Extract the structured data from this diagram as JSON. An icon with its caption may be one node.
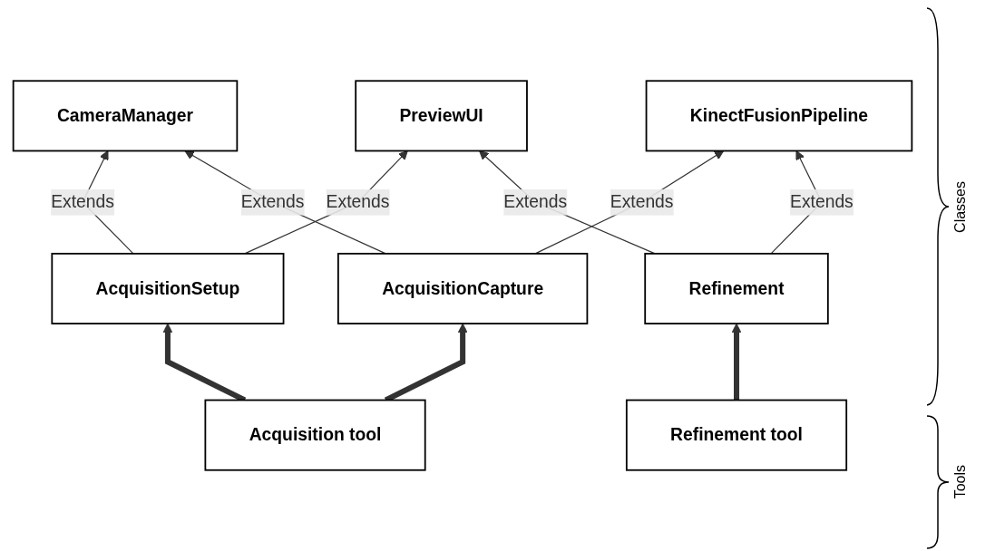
{
  "diagram": {
    "nodes": [
      {
        "text": [
          "CameraManager"
        ]
      },
      {
        "text": [
          "KinectFusionPipeline"
        ]
      },
      {
        "text": [
          "PreviewUI"
        ]
      },
      {
        "text": [
          "AcquisitionSetup"
        ]
      },
      {
        "text": [
          "AcquisitionCapture"
        ]
      },
      {
        "text": [
          "Refinement"
        ]
      },
      {
        "text": [
          "Acquisition tool"
        ]
      },
      {
        "text": [
          "Refinement tool"
        ]
      }
    ],
    "edges": [
      {
        "from": 3,
        "to": 0,
        "arrow": "to",
        "label": "Extends"
      },
      {
        "from": 3,
        "to": 2,
        "arrow": "to",
        "label": "Extends"
      },
      {
        "from": 4,
        "to": 0,
        "arrow": "to",
        "label": "Extends"
      },
      {
        "from": 4,
        "to": 1,
        "arrow": "to",
        "label": "Extends"
      },
      {
        "from": 5,
        "to": 1,
        "arrow": "to",
        "label": "Extends"
      },
      {
        "from": 5,
        "to": 2,
        "arrow": "to",
        "label": "Extends"
      },
      {
        "from": 6,
        "to": 3,
        "arrow": "to",
        "style": "thick"
      },
      {
        "from": 6,
        "to": 4,
        "arrow": "to",
        "style": "thick"
      },
      {
        "from": 7,
        "to": 5,
        "arrow": "to",
        "style": "thick"
      }
    ],
    "labels": [
      "Classes",
      "Tools"
    ]
  }
}
